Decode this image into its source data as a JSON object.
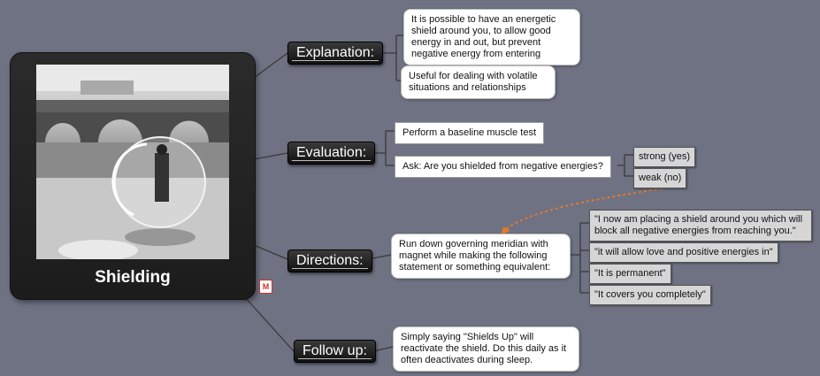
{
  "central": {
    "title": "Shielding"
  },
  "topics": {
    "explanation": "Explanation:",
    "evaluation": "Evaluation:",
    "directions": "Directions:",
    "follow_up": "Follow up:"
  },
  "explanation_notes": [
    "It is possible to have an energetic shield around you, to allow good energy in and out, but prevent negative energy from entering",
    "Useful for dealing with volatile situations and relationships"
  ],
  "evaluation_items": [
    "Perform a baseline muscle test",
    "Ask: Are you shielded from negative energies?"
  ],
  "evaluation_answers": [
    "strong (yes)",
    "weak (no)"
  ],
  "directions_note": "Run down governing meridian with magnet while making the following statement or something equivalent:",
  "statements": [
    "\"I now am placing a shield around you which will block all negative energies from reaching you.\"",
    "\"it will allow love and positive energies in\"",
    "\"It is permanent\"",
    "\"It covers you completely\""
  ],
  "follow_up_note": "Simply saying \"Shields Up\" will reactivate the shield. Do this daily as it often deactivates during sleep.",
  "colors": {
    "background": "#6e7282",
    "arrow": "#e07a30"
  },
  "icons": {
    "mindmap": "mindmap-file-icon"
  }
}
